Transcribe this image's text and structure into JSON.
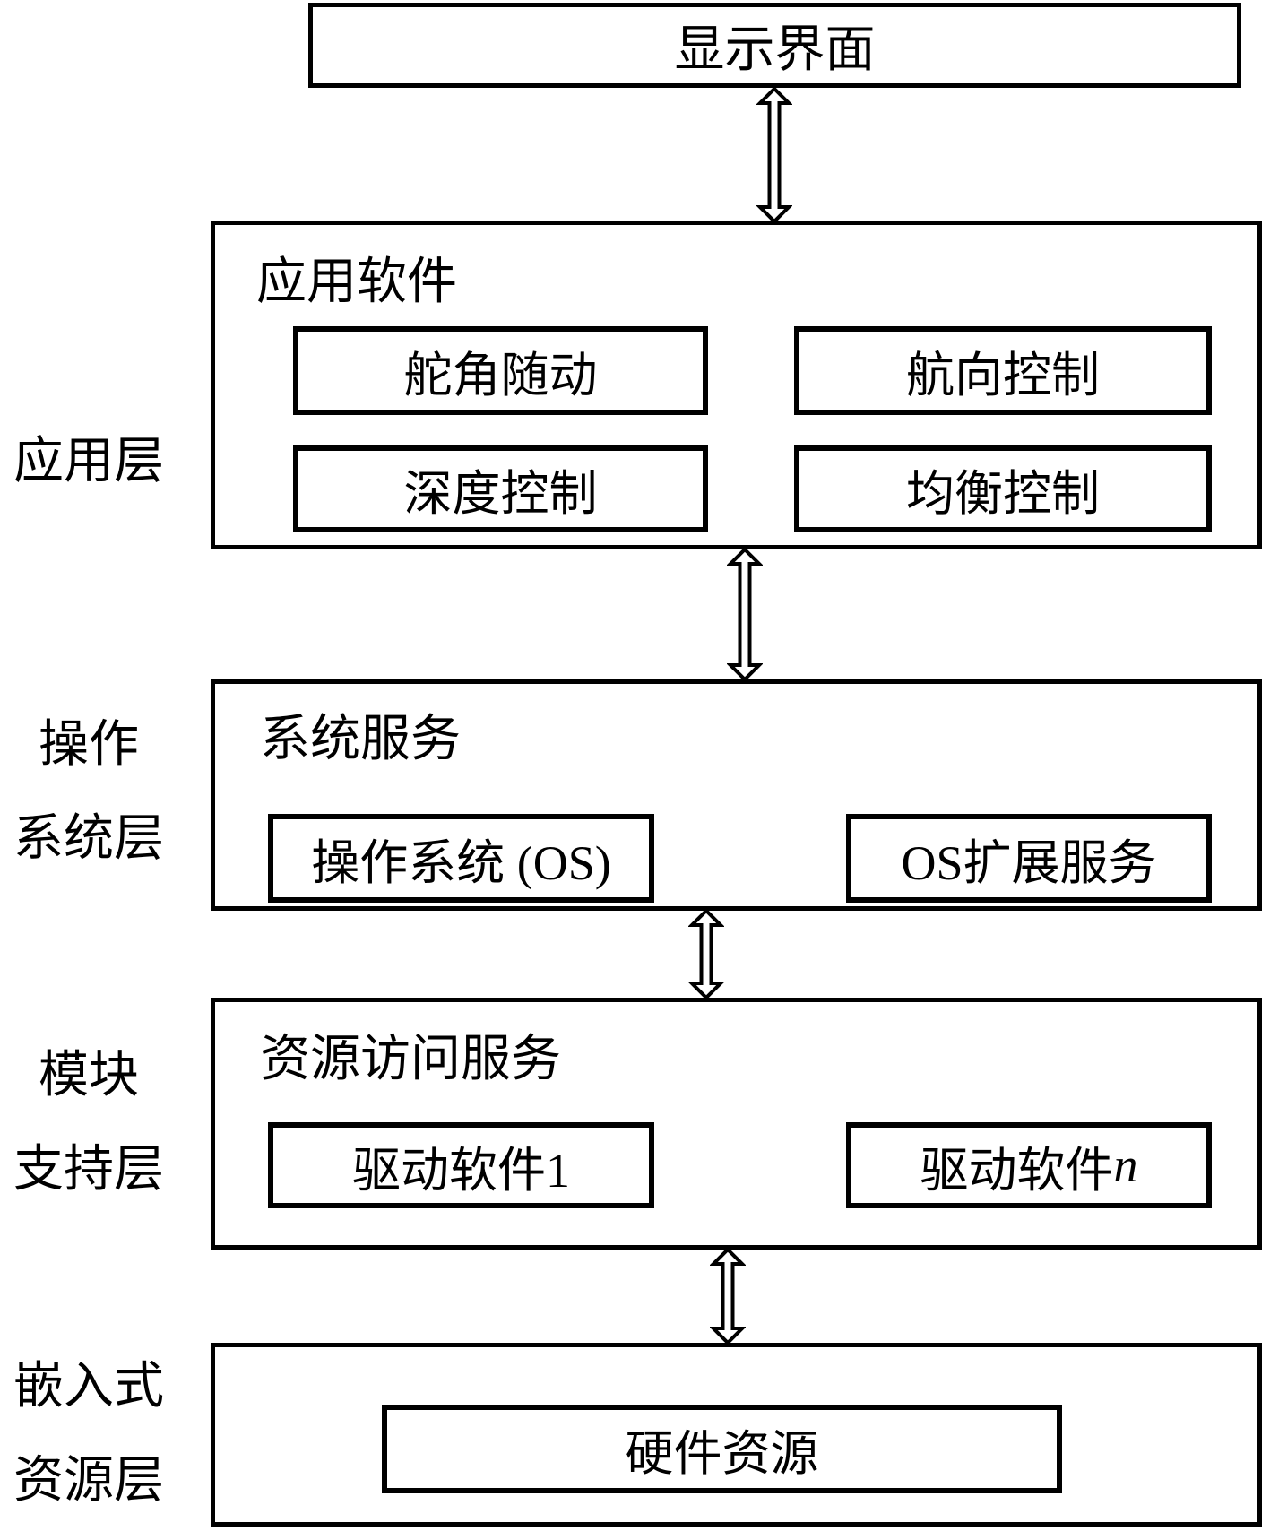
{
  "colors": {
    "line": "#000000",
    "background": "#ffffff",
    "text": "#000000"
  },
  "top_box": {
    "label": "显示界面"
  },
  "app_layer": {
    "side_label": "应用层",
    "title": "应用软件",
    "boxes": [
      "舵角随动",
      "航向控制",
      "深度控制",
      "均衡控制"
    ]
  },
  "os_layer": {
    "side_line1": "操作",
    "side_line2": "系统层",
    "title": "系统服务",
    "boxes": [
      "操作系统 (OS)",
      "OS扩展服务"
    ]
  },
  "module_layer": {
    "side_line1": "模块",
    "side_line2": "支持层",
    "title": "资源访问服务",
    "boxes": [
      "驱动软件1"
    ],
    "box_n_prefix": "驱动软件",
    "box_n_var": "n"
  },
  "embedded_layer": {
    "side_line1": "嵌入式",
    "side_line2": "资源层",
    "boxes": [
      "硬件资源"
    ]
  }
}
